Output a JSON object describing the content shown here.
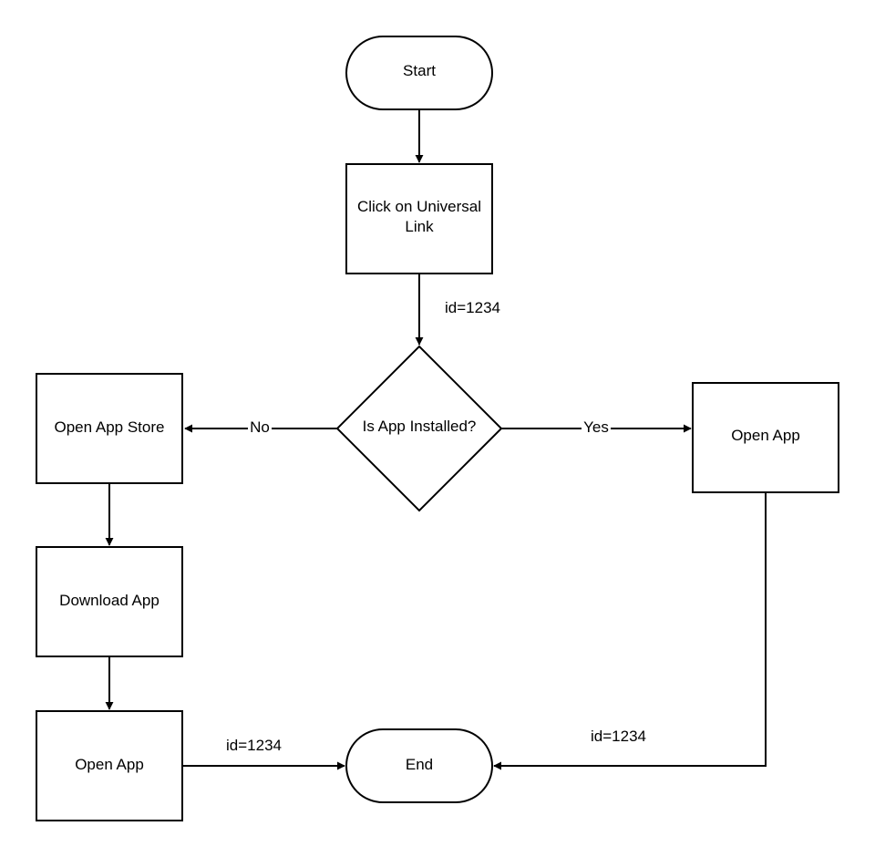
{
  "diagram": {
    "type": "flowchart",
    "nodes": {
      "start": {
        "shape": "terminator",
        "label": "Start"
      },
      "click_link": {
        "shape": "process",
        "label_lines": [
          "Click on Universal",
          "Link"
        ]
      },
      "decision": {
        "shape": "decision",
        "label": "Is App Installed?"
      },
      "open_app_store": {
        "shape": "process",
        "label": "Open App Store"
      },
      "download_app": {
        "shape": "process",
        "label": "Download App"
      },
      "open_app_left": {
        "shape": "process",
        "label": "Open App"
      },
      "open_app_right": {
        "shape": "process",
        "label": "Open App"
      },
      "end": {
        "shape": "terminator",
        "label": "End"
      }
    },
    "edges": {
      "start_to_click": {
        "from": "start",
        "to": "click_link",
        "label": ""
      },
      "click_to_decision": {
        "from": "click_link",
        "to": "decision",
        "label": "id=1234"
      },
      "decision_to_store": {
        "from": "decision",
        "to": "open_app_store",
        "label": "No"
      },
      "decision_to_open_right": {
        "from": "decision",
        "to": "open_app_right",
        "label": "Yes"
      },
      "store_to_download": {
        "from": "open_app_store",
        "to": "download_app",
        "label": ""
      },
      "download_to_open_left": {
        "from": "download_app",
        "to": "open_app_left",
        "label": ""
      },
      "open_left_to_end": {
        "from": "open_app_left",
        "to": "end",
        "label": "id=1234"
      },
      "open_right_to_end": {
        "from": "open_app_right",
        "to": "end",
        "label": "id=1234"
      }
    }
  }
}
